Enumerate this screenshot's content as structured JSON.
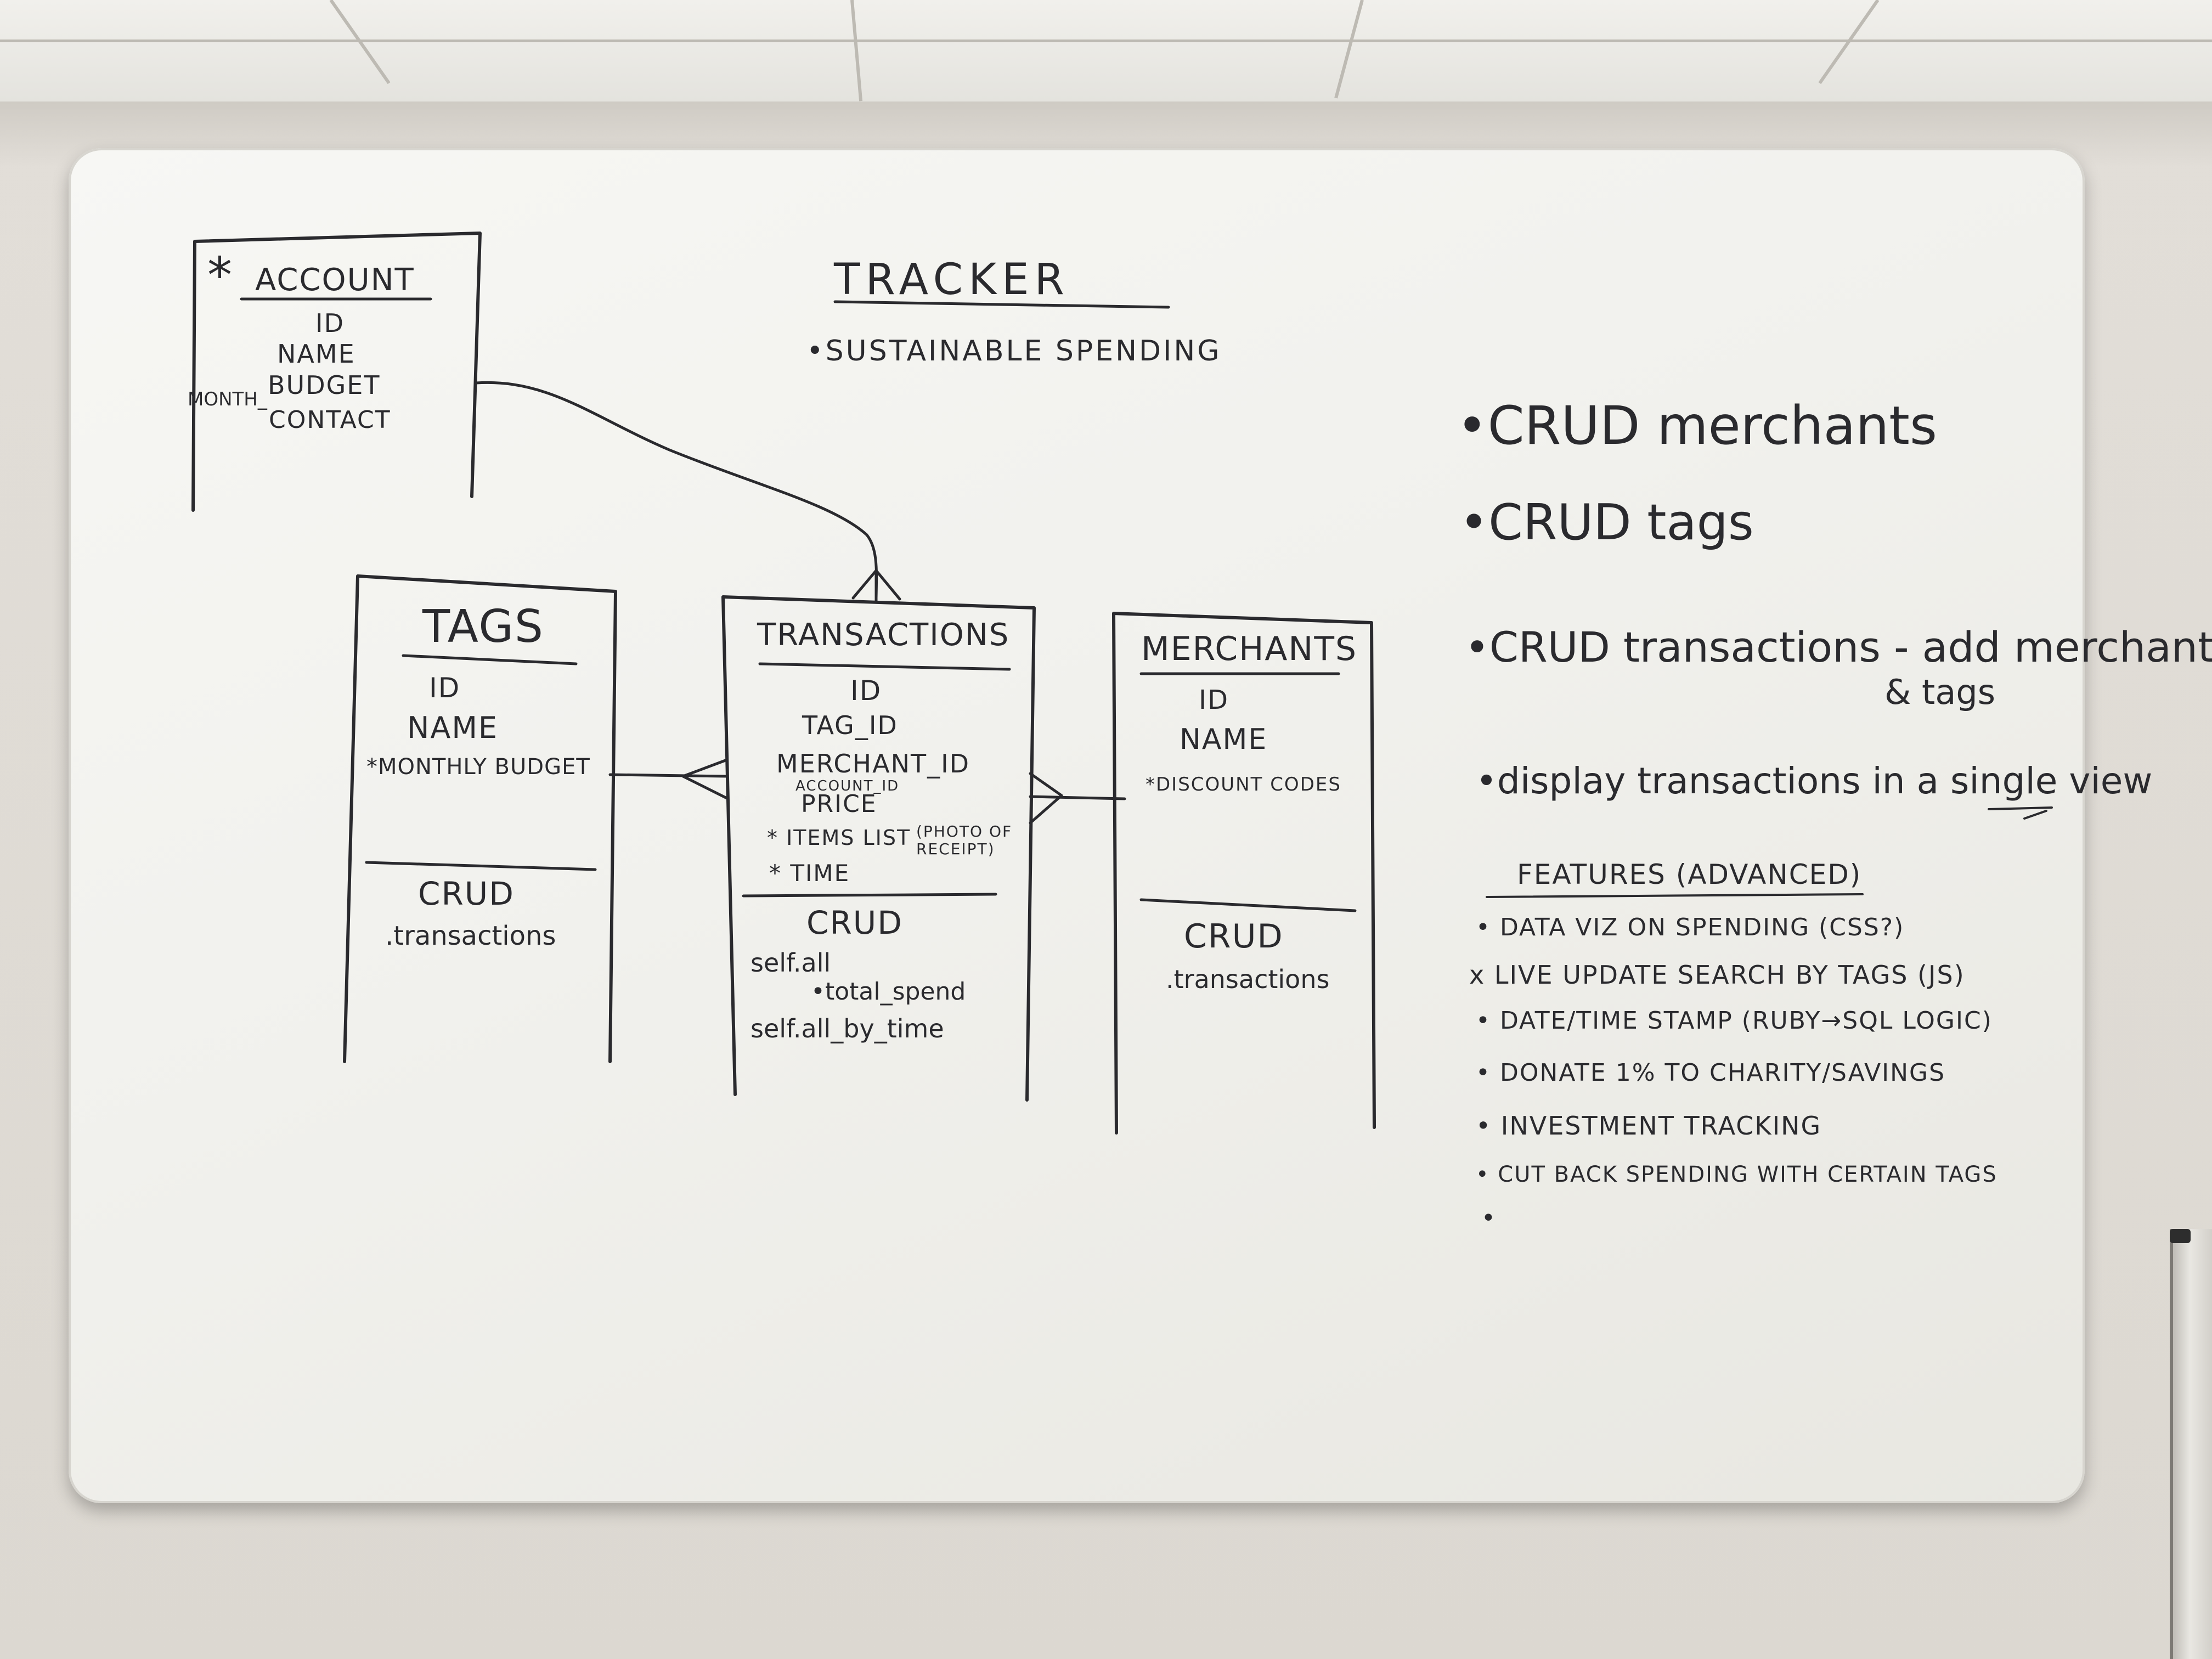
{
  "title": "TRACKER",
  "subtitle": "•SUSTAINABLE SPENDING",
  "entities": {
    "account": {
      "marker": "*",
      "name": "ACCOUNT",
      "fields": [
        "ID",
        "NAME",
        "BUDGET",
        "CONTACT"
      ],
      "field_prefix": "MONTH_"
    },
    "tags": {
      "name": "TAGS",
      "fields": [
        "ID",
        "NAME",
        "*MONTHLY BUDGET"
      ],
      "crud": "CRUD",
      "methods": [
        ".transactions"
      ]
    },
    "transactions": {
      "name": "TRANSACTIONS",
      "fields": [
        "ID",
        "TAG_ID",
        "MERCHANT_ID",
        "ACCOUNT_ID",
        "PRICE",
        "* ITEMS LIST",
        "* TIME"
      ],
      "items_note": "(PHOTO OF RECEIPT)",
      "crud": "CRUD",
      "methods": [
        "self.all",
        "•total_spend",
        "self.all_by_time"
      ]
    },
    "merchants": {
      "name": "MERCHANTS",
      "fields": [
        "ID",
        "NAME",
        "*DISCOUNT CODES"
      ],
      "crud": "CRUD",
      "methods": [
        ".transactions"
      ]
    }
  },
  "todo": [
    "•CRUD merchants",
    "•CRUD tags",
    "•CRUD transactions - add merchant",
    "& tags",
    "•display transactions in a single view"
  ],
  "features": {
    "heading": "FEATURES (ADVANCED)",
    "items": [
      "• DATA VIZ ON SPENDING (CSS?)",
      "x LIVE UPDATE SEARCH BY TAGS (JS)",
      "• DATE/TIME STAMP (RUBY→SQL LOGIC)",
      "• DONATE 1% TO CHARITY/SAVINGS",
      "• INVESTMENT TRACKING",
      "• CUT BACK SPENDING WITH CERTAIN TAGS",
      "•"
    ]
  }
}
